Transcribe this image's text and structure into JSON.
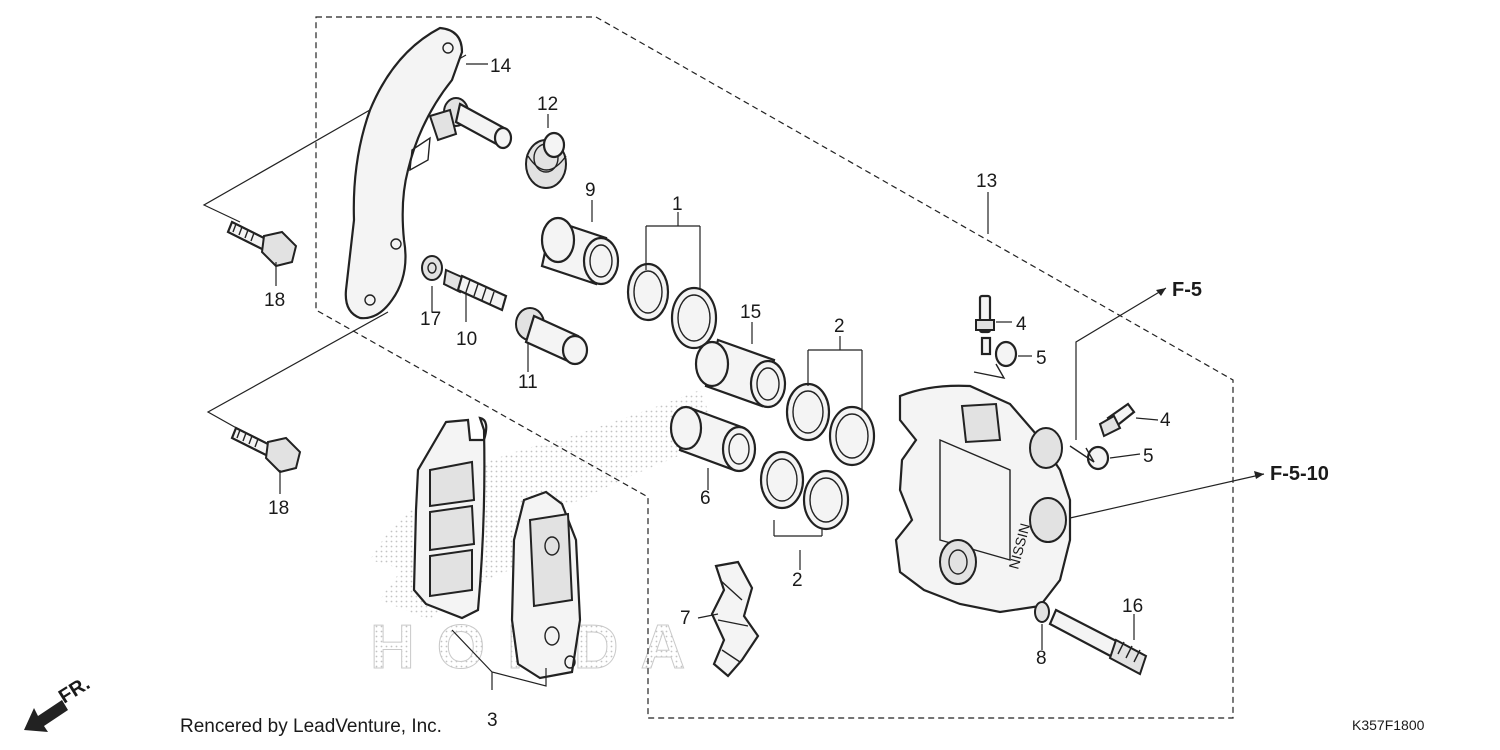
{
  "diagram": {
    "callouts": {
      "c1": "1",
      "c2a": "2",
      "c2b": "2",
      "c3": "3",
      "c4a": "4",
      "c4b": "4",
      "c5a": "5",
      "c5b": "5",
      "c6": "6",
      "c7": "7",
      "c8": "8",
      "c9": "9",
      "c10": "10",
      "c11": "11",
      "c12": "12",
      "c13": "13",
      "c14": "14",
      "c15": "15",
      "c16": "16",
      "c17": "17",
      "c18a": "18",
      "c18b": "18"
    },
    "references": {
      "f5": "F-5",
      "f510": "F-5-10"
    },
    "direction_label": "FR.",
    "watermark": "HONDA",
    "caliper_marking": "NISSIN",
    "footer": {
      "credit": "Rencered by LeadVenture, Inc.",
      "code": "K357F1800"
    }
  }
}
